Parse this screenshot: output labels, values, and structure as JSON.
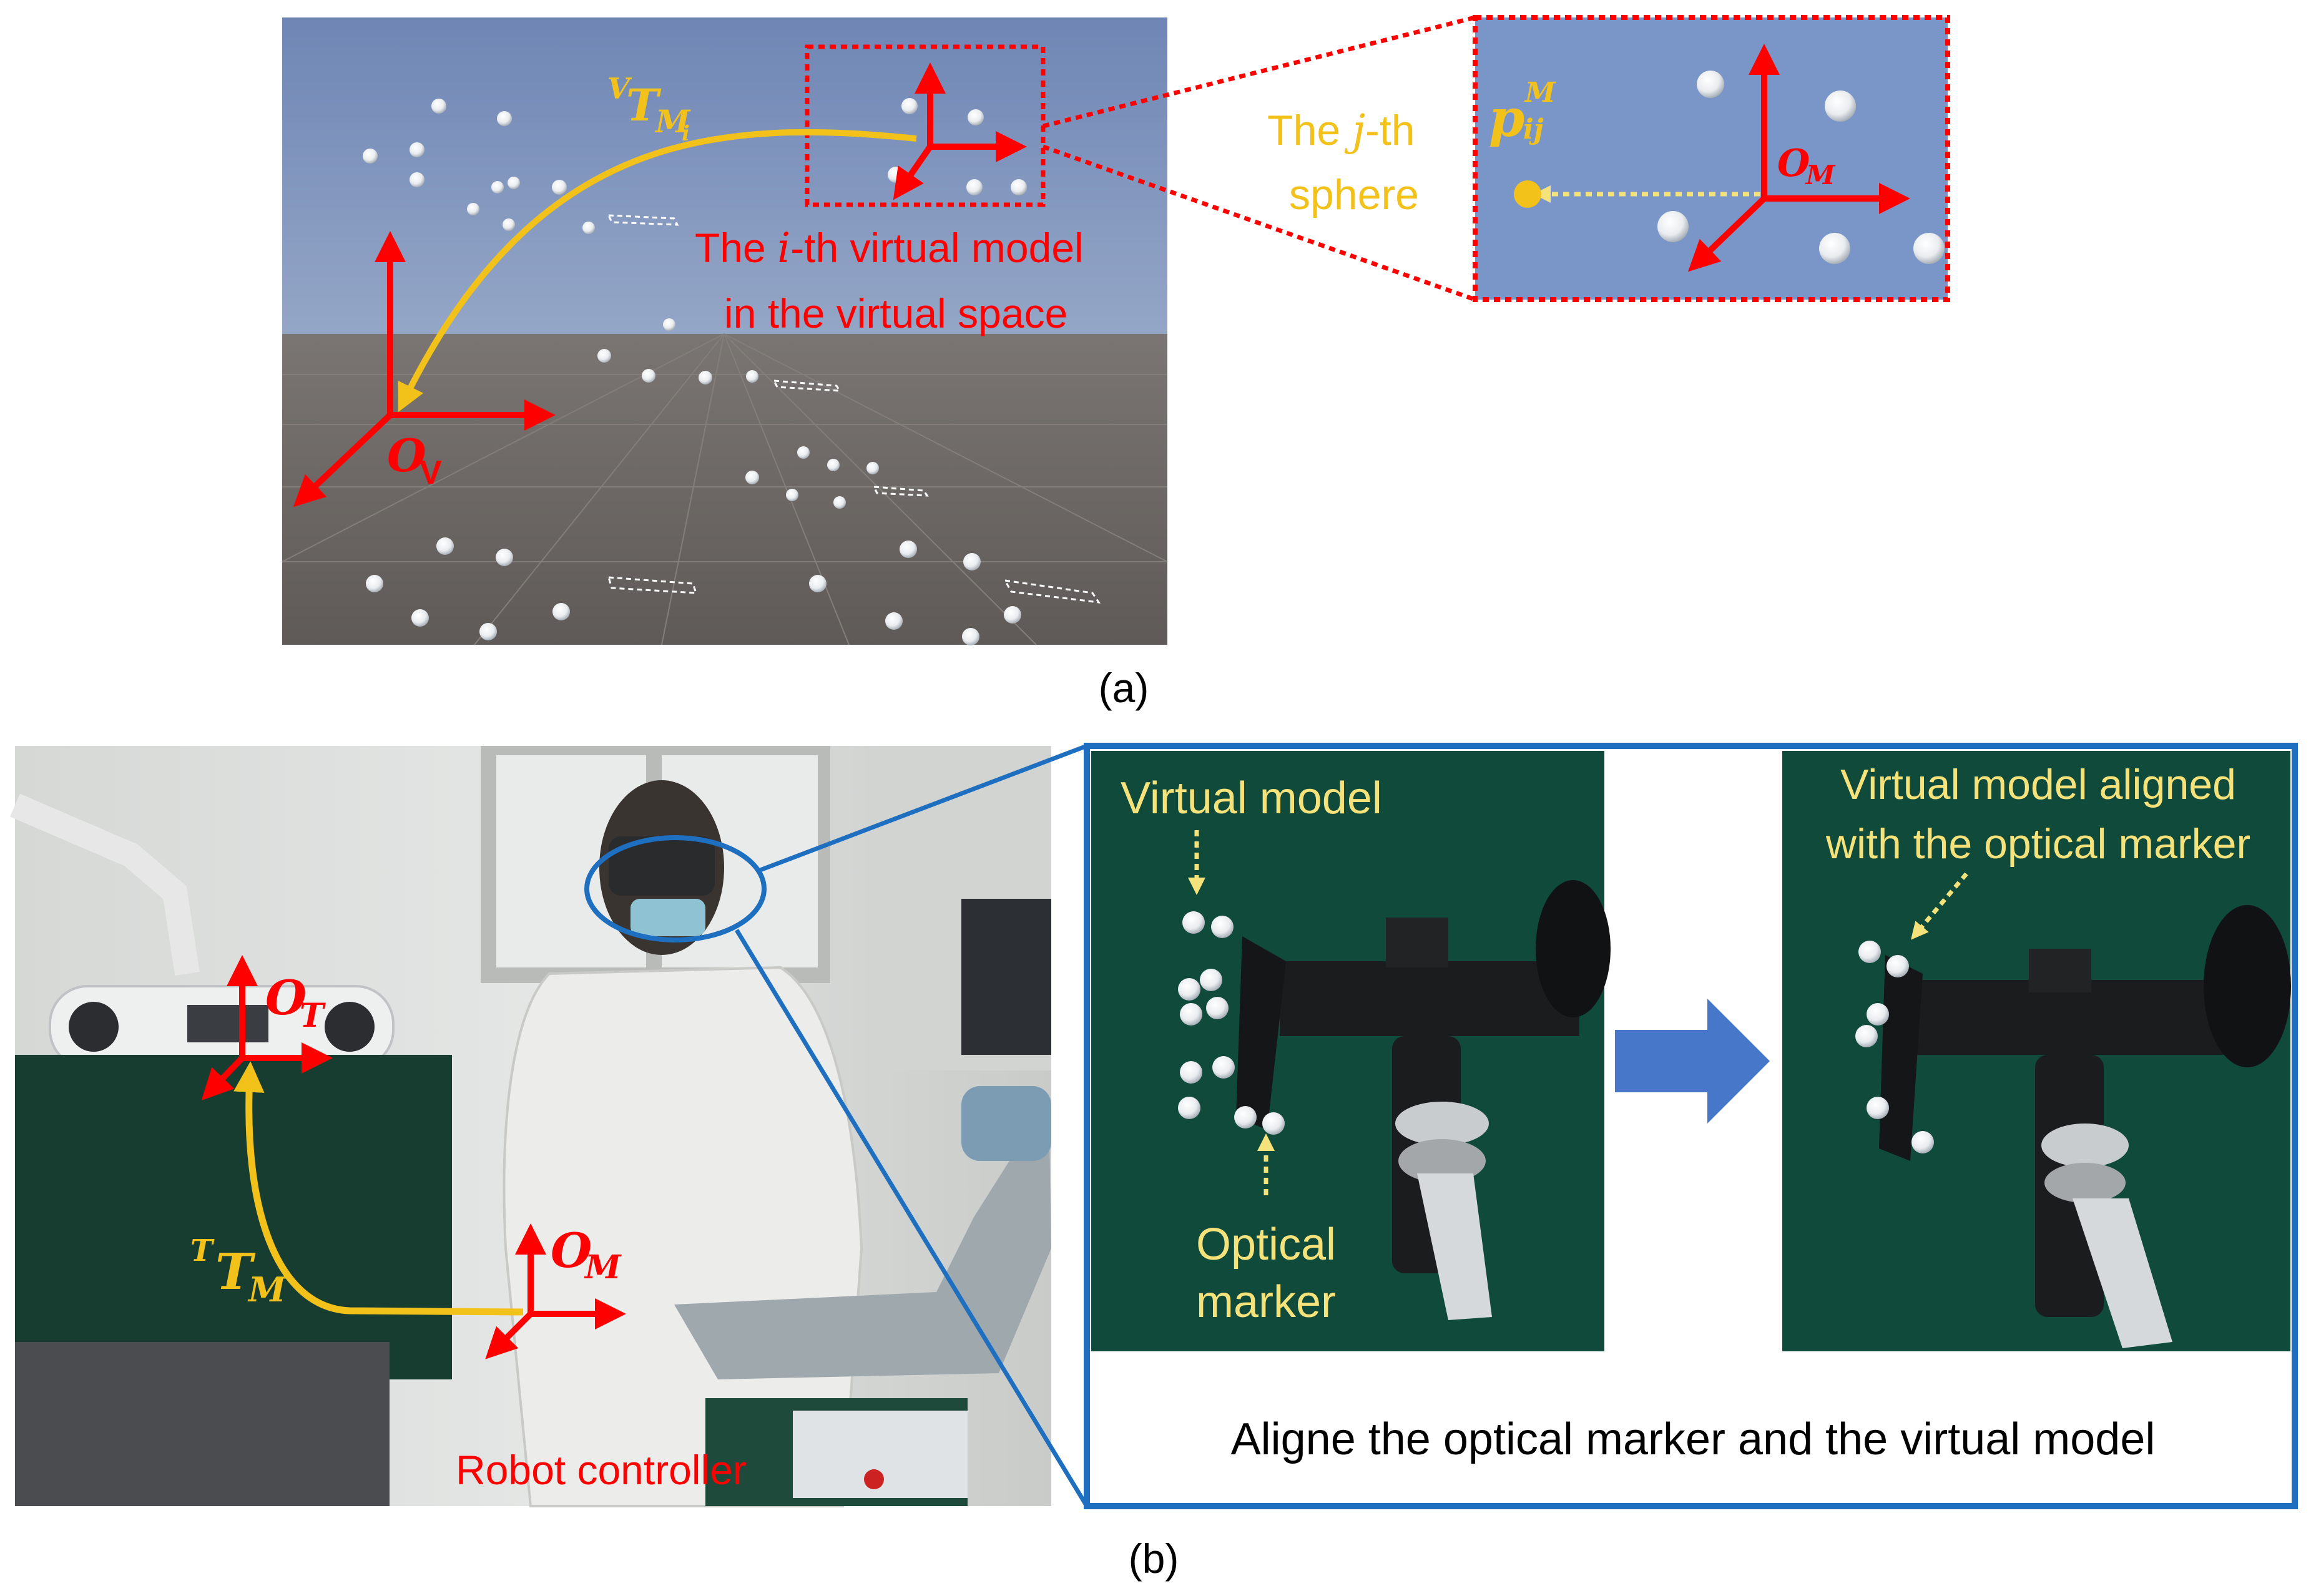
{
  "panel_a": {
    "caption": "(a)",
    "transform_vm": {
      "sup": "V",
      "main": "T",
      "sub": "M",
      "subsub": "i"
    },
    "origin_v": {
      "main": "O",
      "sub": "V"
    },
    "origin_m": {
      "main": "O",
      "sub": "M"
    },
    "point_label": {
      "main": "p",
      "sup": "M",
      "sub": "ij"
    },
    "model_label_line1_pre": "The ",
    "model_label_line1_var": "i",
    "model_label_line1_post": "-th virtual model",
    "model_label_line2": "in the virtual space",
    "sphere_label_line1_pre": "The ",
    "sphere_label_line1_var": "j",
    "sphere_label_line1_post": "-th",
    "sphere_label_line2": "sphere"
  },
  "panel_b": {
    "caption": "(b)",
    "origin_t": {
      "main": "O",
      "sub": "T"
    },
    "origin_m": {
      "main": "O",
      "sub": "M"
    },
    "transform_tm": {
      "sup": "T",
      "main": "T",
      "sub": "M"
    },
    "robot_controller": "Robot controller",
    "virtual_model": "Virtual model",
    "optical_marker_line1": "Optical",
    "optical_marker_line2": "marker",
    "aligned_line1": "Virtual model aligned",
    "aligned_line2": "with the optical marker",
    "inset_caption": "Aligne the optical marker and the virtual model"
  },
  "colors": {
    "red": "#ff0000",
    "yellow": "#f2c21b",
    "blue_frame": "#1f6fc0",
    "sky": "#7f97c2",
    "floor": "#6d6864",
    "inset_bg": "#7a96c8",
    "green_cloth": "#0f4a3a"
  }
}
